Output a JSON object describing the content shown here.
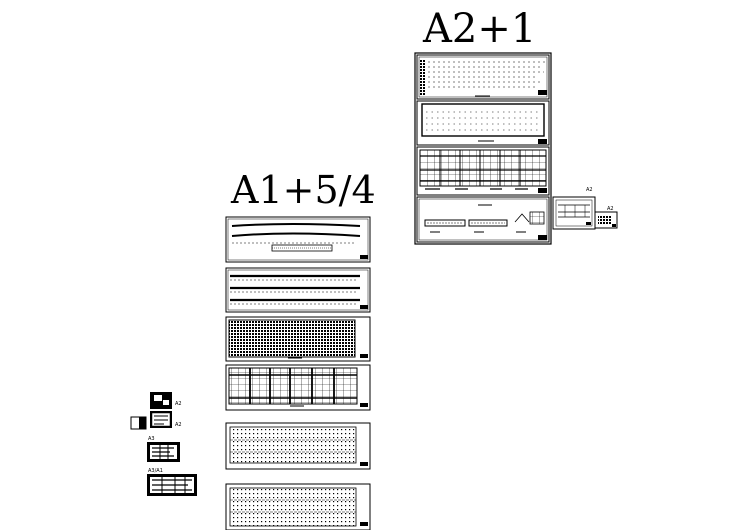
{
  "titles": {
    "group_a2": "A2+1",
    "group_a1": "A1+5/4"
  },
  "labels": {
    "small_a2_1": "A2",
    "small_a2_2": "A2",
    "thumb_a2_1": "A2",
    "thumb_a2_2": "A2",
    "thumb_a3": "A3",
    "thumb_a3a1": "A3/A1"
  },
  "colors": {
    "ink": "#000000",
    "paper": "#ffffff"
  }
}
